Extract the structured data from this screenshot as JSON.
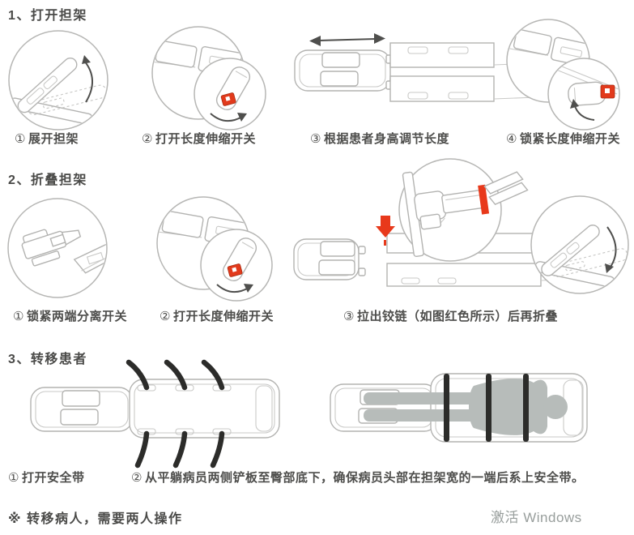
{
  "page": {
    "watermark": "激活 Windows",
    "note": "※ 转移病人，需要两人操作",
    "colors": {
      "text": "#4a4a48",
      "line_art": "#b3b3b1",
      "accent_red": "#e23a1c",
      "strap": "#2c2c2a",
      "patient_silhouette": "#b7bcba",
      "watermark": "#989e9c"
    }
  },
  "sections": [
    {
      "heading": "1、打开担架",
      "steps": [
        {
          "num": "①",
          "label": "展开担架"
        },
        {
          "num": "②",
          "label": "打开长度伸缩开关"
        },
        {
          "num": "③",
          "label": "根据患者身高调节长度"
        },
        {
          "num": "④",
          "label": "锁紧长度伸缩开关"
        }
      ]
    },
    {
      "heading": "2、折叠担架",
      "steps": [
        {
          "num": "①",
          "label": "锁紧两端分离开关"
        },
        {
          "num": "②",
          "label": "打开长度伸缩开关"
        },
        {
          "num": "③",
          "label": "拉出铰链（如图红色所示）后再折叠"
        }
      ]
    },
    {
      "heading": "3、转移患者",
      "steps": [
        {
          "num": "①",
          "label": "打开安全带"
        },
        {
          "num": "②",
          "label": "从平躺病员两侧铲板至臀部底下，确保病员头部在担架宽的一端后系上安全带。"
        }
      ]
    }
  ]
}
